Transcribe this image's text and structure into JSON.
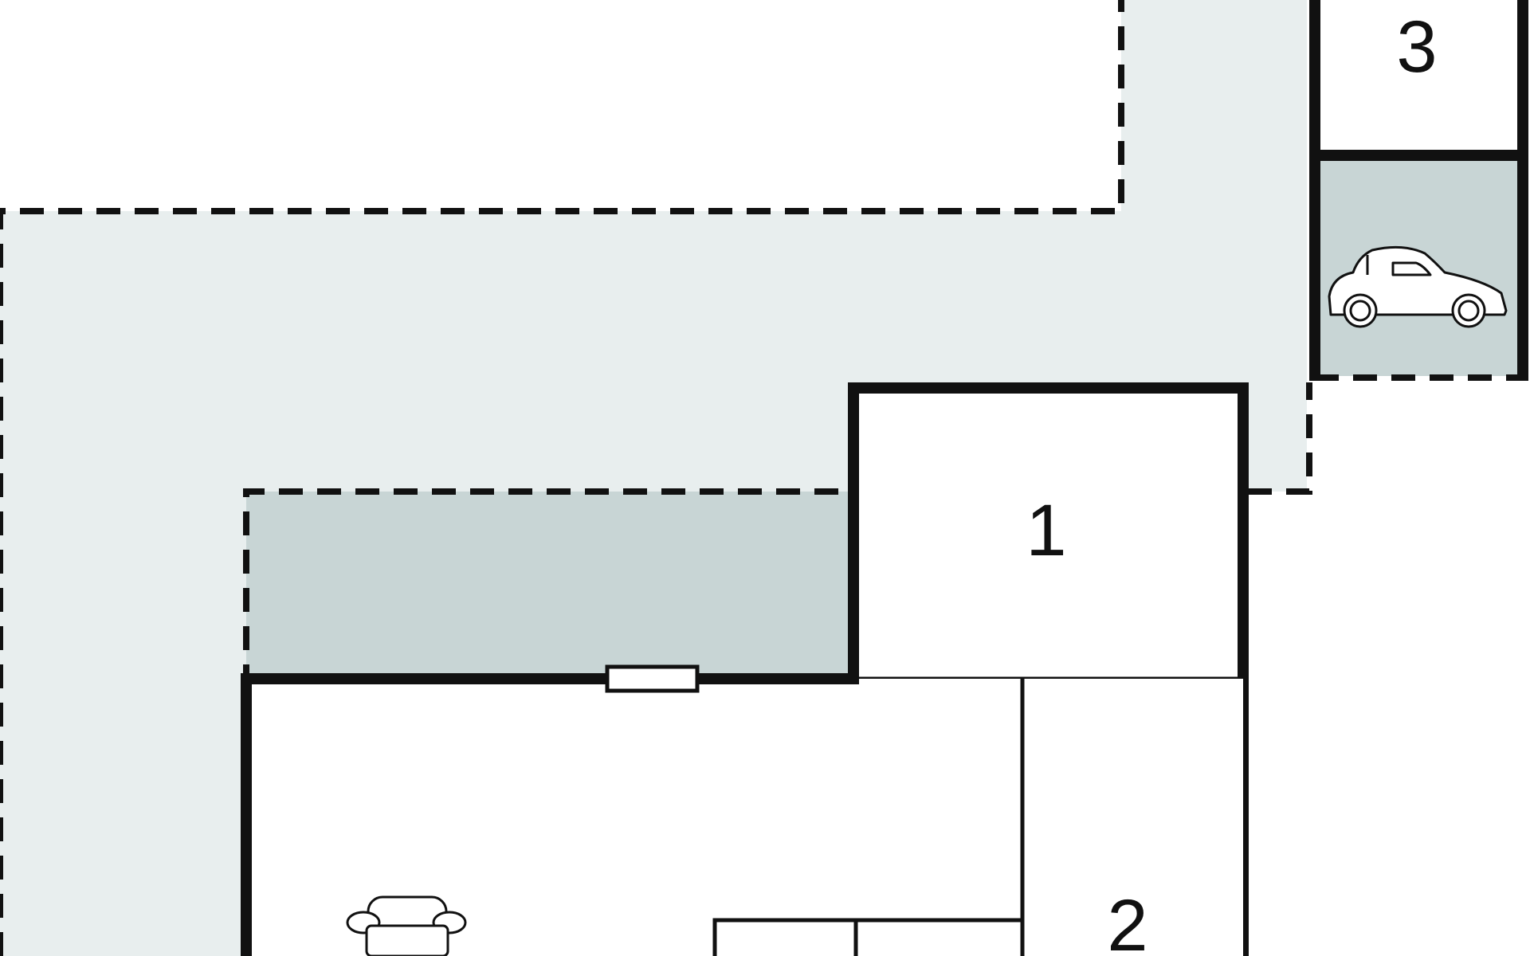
{
  "floor_plan": {
    "room_labels": {
      "room_1": "1",
      "room_2": "2",
      "room_3": "3"
    },
    "icons": {
      "car": "car-icon",
      "armchair": "armchair-icon"
    }
  },
  "colors": {
    "terrace": "#e8eeee",
    "covered_area": "#c8d5d5",
    "wall": "#111111",
    "background": "#ffffff"
  }
}
